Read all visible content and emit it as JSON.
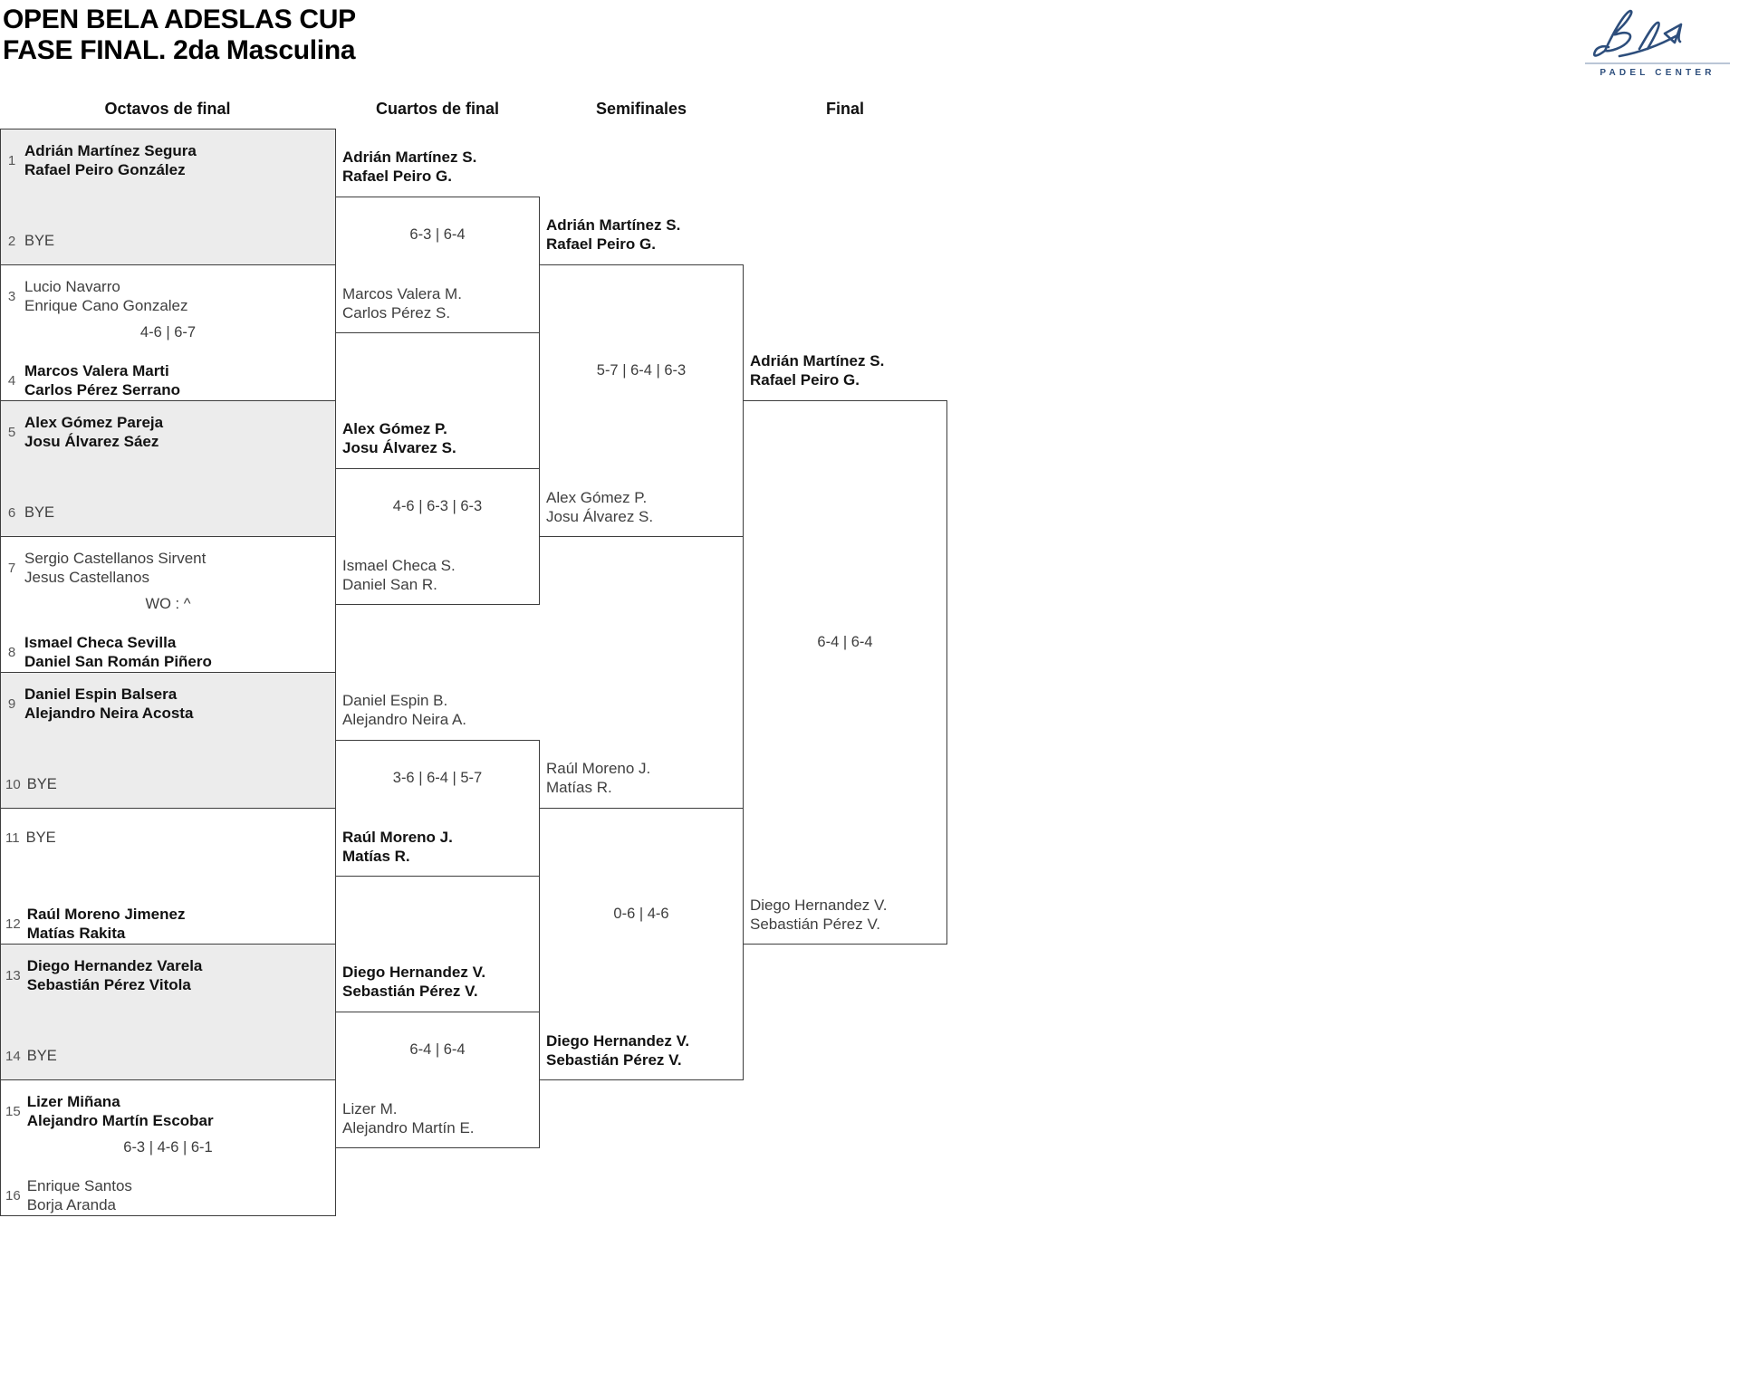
{
  "header": {
    "title_line1": "OPEN BELA ADESLAS CUP",
    "title_line2": "FASE FINAL. 2da Masculina"
  },
  "logo": {
    "name": "Bela",
    "subtitle": "PADEL CENTER",
    "color": "#2d4e7c"
  },
  "rounds": [
    {
      "label": "Octavos de final"
    },
    {
      "label": "Cuartos de final"
    },
    {
      "label": "Semifinales"
    },
    {
      "label": "Final"
    }
  ],
  "octavos": [
    {
      "shaded": true,
      "slot1": {
        "seed": "1",
        "name1": "Adrián Martínez Segura",
        "name2": "Rafael Peiro González",
        "winner": true
      },
      "slot2": {
        "seed": "2",
        "bye": "BYE"
      }
    },
    {
      "shaded": false,
      "score": "4-6 | 6-7",
      "slot1": {
        "seed": "3",
        "name1": "Lucio Navarro",
        "name2": "Enrique Cano Gonzalez",
        "winner": false
      },
      "slot2": {
        "seed": "4",
        "name1": "Marcos Valera Marti",
        "name2": "Carlos Pérez Serrano",
        "winner": true
      }
    },
    {
      "shaded": true,
      "slot1": {
        "seed": "5",
        "name1": "Alex Gómez Pareja",
        "name2": "Josu Álvarez Sáez",
        "winner": true
      },
      "slot2": {
        "seed": "6",
        "bye": "BYE"
      }
    },
    {
      "shaded": false,
      "score": "WO : ^",
      "slot1": {
        "seed": "7",
        "name1": "Sergio Castellanos Sirvent",
        "name2": "Jesus Castellanos",
        "winner": false
      },
      "slot2": {
        "seed": "8",
        "name1": "Ismael Checa Sevilla",
        "name2": "Daniel San Román Piñero",
        "winner": true
      }
    },
    {
      "shaded": true,
      "slot1": {
        "seed": "9",
        "name1": "Daniel Espin Balsera",
        "name2": "Alejandro Neira Acosta",
        "winner": true
      },
      "slot2": {
        "seed": "10",
        "bye": "BYE"
      }
    },
    {
      "shaded": false,
      "slot1": {
        "seed": "11",
        "bye": "BYE"
      },
      "slot2": {
        "seed": "12",
        "name1": "Raúl Moreno Jimenez",
        "name2": "Matías Rakita",
        "winner": true
      }
    },
    {
      "shaded": true,
      "slot1": {
        "seed": "13",
        "name1": "Diego Hernandez Varela",
        "name2": "Sebastián Pérez Vitola",
        "winner": true
      },
      "slot2": {
        "seed": "14",
        "bye": "BYE"
      }
    },
    {
      "shaded": false,
      "score": "6-3 | 4-6 | 6-1",
      "slot1": {
        "seed": "15",
        "name1": "Lizer Miñana",
        "name2": "Alejandro Martín Escobar",
        "winner": true
      },
      "slot2": {
        "seed": "16",
        "name1": "Enrique Santos",
        "name2": "Borja Aranda",
        "winner": false
      }
    }
  ],
  "cuartos": [
    {
      "score": "6-3 | 6-4",
      "top": {
        "name1": "Adrián Martínez S.",
        "name2": "Rafael Peiro G.",
        "winner": true
      },
      "bottom": {
        "name1": "Marcos Valera M.",
        "name2": "Carlos Pérez S.",
        "winner": false
      }
    },
    {
      "score": "4-6 | 6-3 | 6-3",
      "top": {
        "name1": "Alex Gómez P.",
        "name2": "Josu Álvarez S.",
        "winner": true
      },
      "bottom": {
        "name1": "Ismael Checa S.",
        "name2": "Daniel San R.",
        "winner": false
      }
    },
    {
      "score": "3-6 | 6-4 | 5-7",
      "top": {
        "name1": "Daniel Espin B.",
        "name2": "Alejandro Neira A.",
        "winner": false
      },
      "bottom": {
        "name1": "Raúl Moreno J.",
        "name2": "Matías R.",
        "winner": true
      }
    },
    {
      "score": "6-4 | 6-4",
      "top": {
        "name1": "Diego Hernandez V.",
        "name2": "Sebastián Pérez V.",
        "winner": true
      },
      "bottom": {
        "name1": "Lizer M.",
        "name2": "Alejandro Martín E.",
        "winner": false
      }
    }
  ],
  "semifinales": [
    {
      "score": "5-7 | 6-4 | 6-3",
      "top": {
        "name1": "Adrián Martínez S.",
        "name2": "Rafael Peiro G.",
        "winner": true
      },
      "bottom": {
        "name1": "Alex Gómez P.",
        "name2": "Josu Álvarez S.",
        "winner": false
      }
    },
    {
      "score": "0-6 | 4-6",
      "top": {
        "name1": "Raúl Moreno J.",
        "name2": "Matías R.",
        "winner": false
      },
      "bottom": {
        "name1": "Diego Hernandez V.",
        "name2": "Sebastián Pérez V.",
        "winner": true
      }
    }
  ],
  "final": {
    "score": "6-4 | 6-4",
    "top": {
      "name1": "Adrián Martínez S.",
      "name2": "Rafael Peiro G.",
      "winner": true
    },
    "bottom": {
      "name1": "Diego Hernandez V.",
      "name2": "Sebastián Pérez V.",
      "winner": false
    }
  }
}
